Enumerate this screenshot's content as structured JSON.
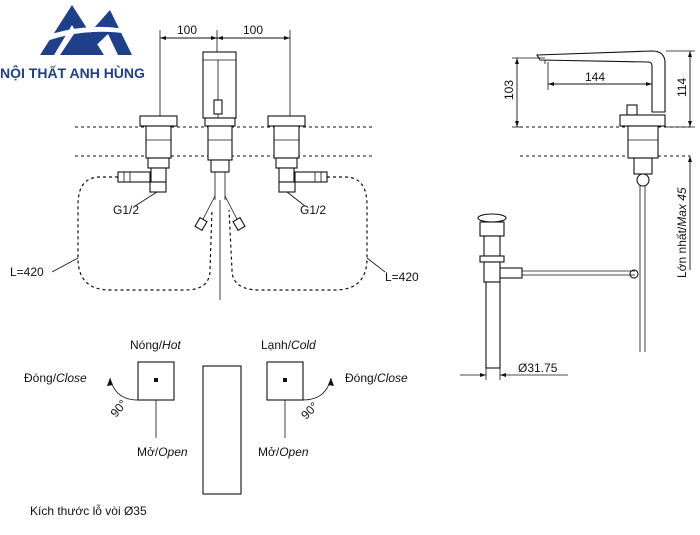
{
  "brand": {
    "name": "NỘI THẤT ANH HÙNG",
    "logo": "anh-hung-logo-icon",
    "color": "#1f3f8a"
  },
  "front_view": {
    "dim_left": "100",
    "dim_right": "100",
    "thread_left": "G1/2",
    "thread_right": "G1/2",
    "hose_left": "L=420",
    "hose_right": "L=420"
  },
  "side_view": {
    "dim_height": "103",
    "dim_reach": "144",
    "dim_total": "114",
    "counter_label_a": "Lớn nhất/",
    "counter_label_b": "Max 45",
    "drain_dia": "Ø31.75"
  },
  "handles": {
    "hot_label_a": "Nóng/",
    "hot_label_b": "Hot",
    "cold_label_a": "Lạnh/",
    "cold_label_b": "Cold",
    "close_a": "Đóng/",
    "close_b": "Close",
    "open_a": "Mở/",
    "open_b": "Open",
    "angle": "90°"
  },
  "footnote": "Kích thước lỗ vòi Ø35"
}
